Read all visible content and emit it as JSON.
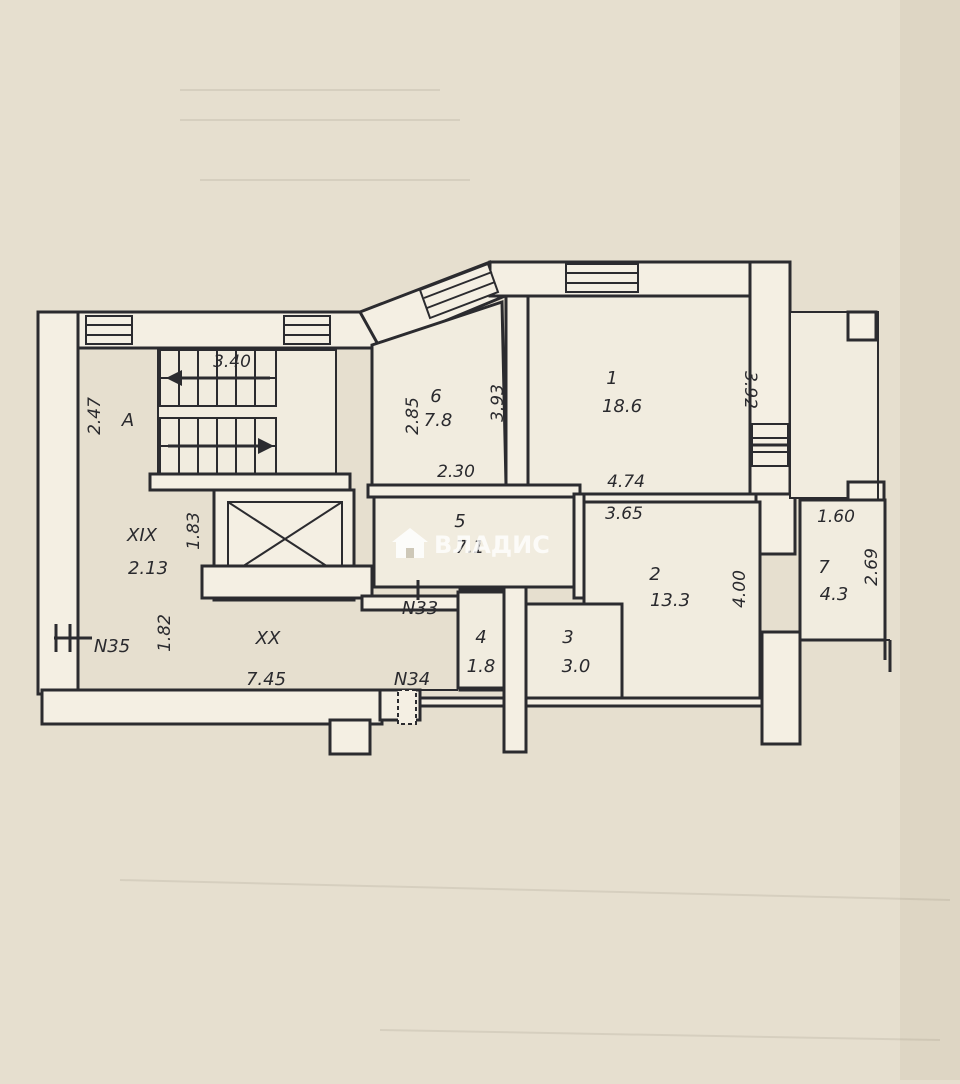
{
  "plan": {
    "rooms": [
      {
        "id": "1",
        "area": "18.6"
      },
      {
        "id": "2",
        "area": "13.3"
      },
      {
        "id": "3",
        "area": "3.0"
      },
      {
        "id": "4",
        "area": "1.8"
      },
      {
        "id": "5",
        "area": "7.1"
      },
      {
        "id": "6",
        "area": "7.8"
      },
      {
        "id": "7",
        "area": "4.3"
      },
      {
        "id": "A",
        "area": ""
      },
      {
        "id": "XIX",
        "area": "2.13"
      },
      {
        "id": "XX",
        "area": "7.45"
      }
    ],
    "dimensions": {
      "stair_width": "3.40",
      "a_height": "2.47",
      "room6_height": "2.85",
      "room6_wall": "3.93",
      "room6_width": "2.30",
      "room1_height": "3.92",
      "room1_width": "4.74",
      "room2_width": "3.65",
      "room2_height": "4.00",
      "room7_width": "1.60",
      "room7_height": "2.69",
      "xix_height": "1.83",
      "xx_height": "1.82"
    },
    "apartment_numbers": [
      "N33",
      "N34",
      "N35"
    ]
  },
  "watermark": {
    "text": "ВЛАДИС",
    "icon": "house-icon"
  },
  "colors": {
    "paper": "#e6dfcf",
    "ink": "#2b2b2f"
  }
}
